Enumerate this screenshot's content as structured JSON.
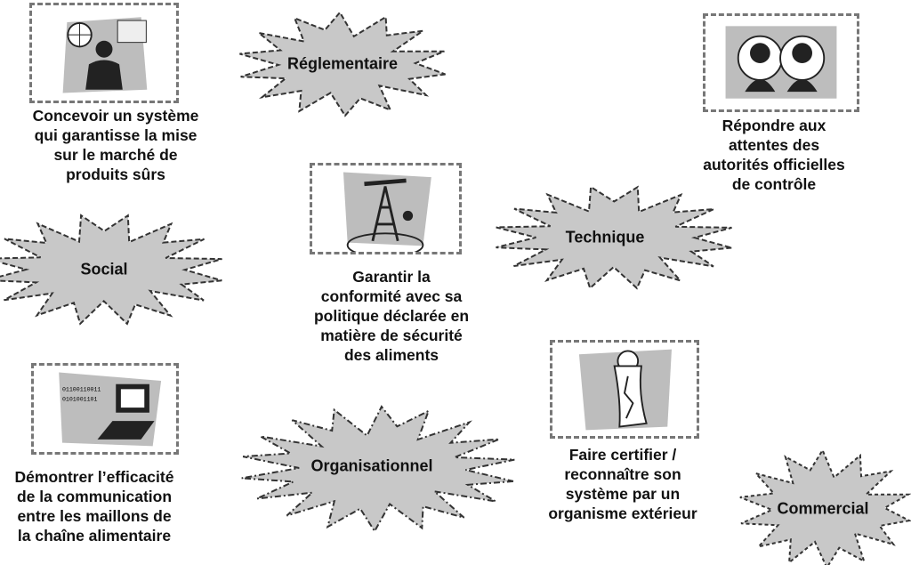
{
  "goals": [
    {
      "id": "design",
      "text": "Concevoir un système\nqui garantisse la mise\nsur le marché de\nproduits sûrs",
      "icon": "businessman-globe-icon"
    },
    {
      "id": "authorities",
      "text": "Répondre aux\nattentes des\nautorités officielles\nde contrôle",
      "icon": "inspectors-icon"
    },
    {
      "id": "conformity",
      "text": "Garantir la\nconformité avec sa\npolitique déclarée en\nmatière de sécurité\ndes aliments",
      "icon": "oil-derrick-icon"
    },
    {
      "id": "communication",
      "text": "Démontrer l’efficacité\nde la communication\nentre les maillons de\nla chaîne alimentaire",
      "icon": "computer-icon"
    },
    {
      "id": "certification",
      "text": "Faire certifier /\nreconnaître son\nsystème par un\norganisme extérieur",
      "icon": "certificate-scroll-icon"
    }
  ],
  "stakes": [
    {
      "id": "reglementaire",
      "label": "Réglementaire"
    },
    {
      "id": "social",
      "label": "Social"
    },
    {
      "id": "technique",
      "label": "Technique"
    },
    {
      "id": "organisationnel",
      "label": "Organisationnel"
    },
    {
      "id": "commercial",
      "label": "Commercial"
    }
  ],
  "colors": {
    "star_fill": "#c8c8c8",
    "star_stroke": "#333333",
    "box_border": "#777777",
    "picture_bg": "#bdbdbd"
  }
}
